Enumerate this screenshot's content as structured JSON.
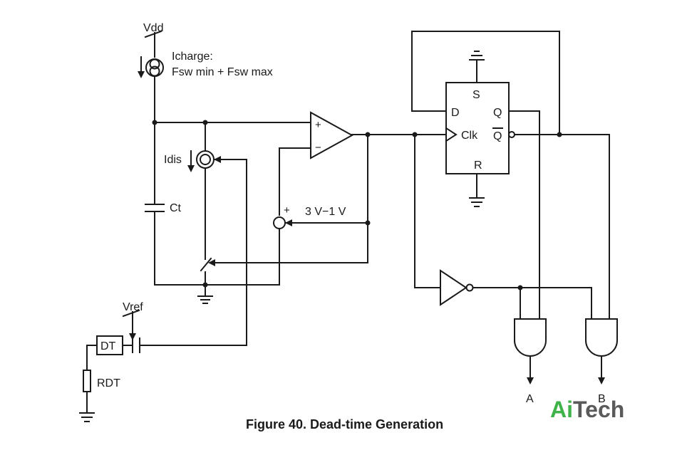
{
  "labels": {
    "vdd": "Vdd",
    "icharge": "Icharge:",
    "icharge_expr": "Fsw min + Fsw max",
    "idis": "Idis",
    "ct": "Ct",
    "comp_plus": "+",
    "comp_minus": "−",
    "osc_plus": "+",
    "osc_value": "3 V−1 V",
    "ff_s": "S",
    "ff_d": "D",
    "ff_q": "Q",
    "ff_clk": "Clk",
    "ff_qbar": "Q",
    "ff_r": "R",
    "vref": "Vref",
    "dt": "DT",
    "rdt": "RDT",
    "out_a": "A",
    "out_b": "B"
  },
  "caption": "Figure 40. Dead-time Generation",
  "logo": {
    "part1": "Ai",
    "part2": "Tech",
    "color_primary": "#3fb24a",
    "color_secondary": "#5a5a5a"
  }
}
